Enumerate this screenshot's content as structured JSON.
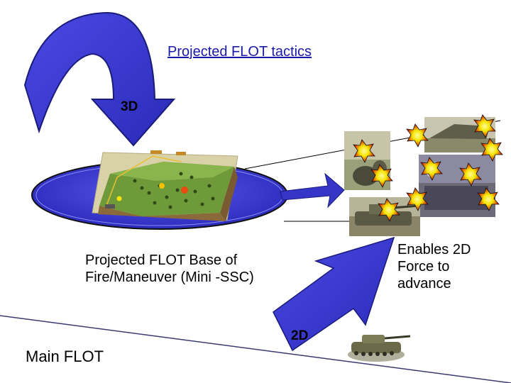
{
  "slide": {
    "title": "Projected FLOT tactics",
    "label_3d": "3D",
    "label_2d": "2D",
    "base_label": "Projected FLOT Base of Fire/Maneuver  (Mini -SSC)",
    "enables_label": "Enables 2D Force to advance",
    "main_flot_label": "Main FLOT"
  },
  "colors": {
    "arrow_blue": "#3a3ad6",
    "arrow_outline": "#1b1b7a",
    "title_blue": "#1a1aa8",
    "terrain_green": "#6f9a3a",
    "explosion_yellow": "#f5e600",
    "explosion_red": "#d11a00"
  },
  "icons": [
    "curved-arrow-icon",
    "straight-arrow-icon",
    "explosion-icon",
    "tank-icon",
    "terrain-map-icon"
  ]
}
